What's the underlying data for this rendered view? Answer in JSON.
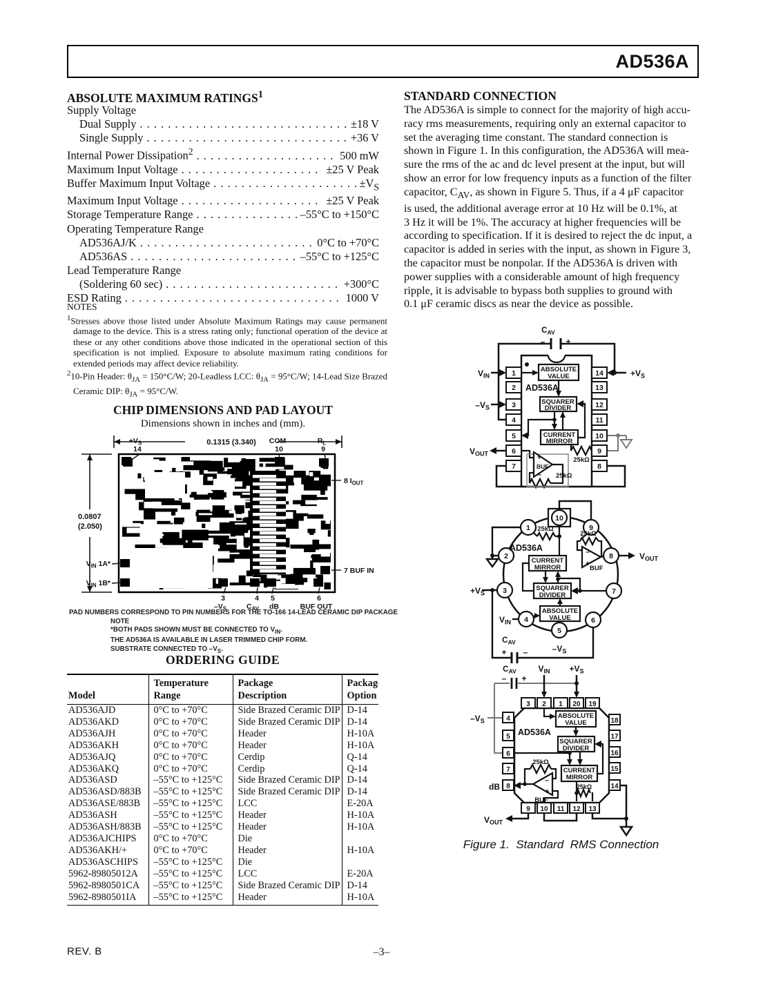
{
  "page": {
    "title": "AD536A",
    "footer_left": "REV. B",
    "footer_center": "–3–"
  },
  "amr": {
    "heading": "ABSOLUTE MAXIMUM RATINGS^{1}",
    "items": [
      {
        "label": "Supply Voltage",
        "value": ""
      },
      {
        "label": "Dual Supply",
        "value": "±18 V",
        "indent": true
      },
      {
        "label": "Single Supply",
        "value": "+36 V",
        "indent": true
      },
      {
        "label": "Internal Power Dissipation^{2}",
        "value": "500 mW"
      },
      {
        "label": "Maximum Input Voltage",
        "value": "±25 V Peak"
      },
      {
        "label": "Buffer Maximum Input Voltage",
        "value": "±V_{S}"
      },
      {
        "label": "Maximum Input Voltage",
        "value": "±25 V Peak"
      },
      {
        "label": "Storage Temperature Range",
        "value": "–55°C to +150°C"
      },
      {
        "label": "Operating Temperature Range",
        "value": ""
      },
      {
        "label": "AD536AJ/K",
        "value": "0°C to +70°C",
        "indent": true
      },
      {
        "label": "AD536AS",
        "value": "–55°C to +125°C",
        "indent": true
      },
      {
        "label": "Lead Temperature Range",
        "value": ""
      },
      {
        "label": "(Soldering 60 sec)",
        "value": "+300°C",
        "indent": true
      },
      {
        "label": "ESD Rating",
        "value": "1000 V"
      }
    ]
  },
  "notes": {
    "heading": "NOTES",
    "p1": "^{1}Stresses above those listed under Absolute Maximum Ratings may cause permanent damage to the device. This is a stress rating only; functional operation of the device at these or any other conditions above those indicated in the operational section of this specification is not implied. Exposure to absolute maximum rating conditions for extended periods may affect device reliability.",
    "p2": "^{2}10-Pin Header: θ_{JA} = 150°C/W; 20-Leadless LCC: θ_{JA} = 95°C/W; 14-Lead Size Brazed Ceramic DIP: θ_{JA} = 95°C/W."
  },
  "chip": {
    "heading": "CHIP DIMENSIONS AND PAD LAYOUT",
    "subheading": "Dimensions shown in inches and (mm).",
    "dim_width": "0.1315 (3.340)",
    "dim_h1": "0.0807",
    "dim_h2": "(2.050)",
    "vs_top": "+V_{S}",
    "vs_top_num": "14",
    "com": "COM",
    "com_num": "10",
    "rl": "R_{L}",
    "rl_num": "9",
    "iout": "8 I_{OUT}",
    "bufin": "7 BUF IN",
    "vin1a": "V_{IN} 1A*",
    "vin1b": "V_{IN} 1B*",
    "p3": "3",
    "p3l": "–V_{S}",
    "p4": "4",
    "p4l": "C_{AV}",
    "p5": "5",
    "p5l": "dB",
    "p6": "6",
    "p6l": "BUF OUT",
    "note_main": "PAD NUMBERS CORRESPOND TO PIN NUMBERS FOR THE TO-166 14-LEAD CERAMIC DIP PACKAGE",
    "note_sub": [
      "NOTE",
      "*BOTH PADS SHOWN MUST BE CONNECTED TO V_{IN}.",
      "THE AD536A IS AVAILABLE IN LASER TRIMMED CHIP FORM.",
      "SUBSTRATE CONNECTED TO –V_{S}."
    ]
  },
  "ordering": {
    "heading": "ORDERING GUIDE",
    "h_model": "Model",
    "h_temp1": "Temperature",
    "h_temp2": "Range",
    "h_pkg1": "Package",
    "h_pkg2": "Description",
    "h_opt1": "Package",
    "h_opt2": "Option",
    "rows": [
      [
        "AD536AJD",
        "0°C to +70°C",
        "Side Brazed Ceramic DIP",
        "D-14"
      ],
      [
        "AD536AKD",
        "0°C to +70°C",
        "Side Brazed Ceramic DIP",
        "D-14"
      ],
      [
        "AD536AJH",
        "0°C to +70°C",
        "Header",
        "H-10A"
      ],
      [
        "AD536AKH",
        "0°C to +70°C",
        "Header",
        "H-10A"
      ],
      [
        "AD536AJQ",
        "0°C to +70°C",
        "Cerdip",
        "Q-14"
      ],
      [
        "AD536AKQ",
        "0°C to +70°C",
        "Cerdip",
        "Q-14"
      ],
      [
        "AD536ASD",
        "–55°C to +125°C",
        "Side Brazed Ceramic DIP",
        "D-14"
      ],
      [
        "AD536ASD/883B",
        "–55°C to +125°C",
        "Side Brazed Ceramic DIP",
        "D-14"
      ],
      [
        "AD536ASE/883B",
        "–55°C to +125°C",
        "LCC",
        "E-20A"
      ],
      [
        "AD536ASH",
        "–55°C to +125°C",
        "Header",
        "H-10A"
      ],
      [
        "AD536ASH/883B",
        "–55°C to +125°C",
        "Header",
        "H-10A"
      ],
      [
        "AD536AJCHIPS",
        "0°C to +70°C",
        "Die",
        ""
      ],
      [
        "AD536AKH/+",
        "0°C to +70°C",
        "Header",
        "H-10A"
      ],
      [
        "AD536ASCHIPS",
        "–55°C to +125°C",
        "Die",
        ""
      ],
      [
        "5962-89805012A",
        "–55°C to +125°C",
        "LCC",
        "E-20A"
      ],
      [
        "5962-8980501CA",
        "–55°C to +125°C",
        "Side Brazed Ceramic DIP",
        "D-14"
      ],
      [
        "5962-8980501IA",
        "–55°C to +125°C",
        "Header",
        "H-10A"
      ]
    ]
  },
  "sc": {
    "heading": "STANDARD CONNECTION",
    "lines": [
      "The AD536A is simple to connect for the majority of high accu-",
      "racy rms measurements, requiring only an external capacitor to",
      "set the averaging time constant. The standard connection is",
      "shown in Figure 1. In this configuration, the AD536A will mea-",
      "sure the rms of the ac and dc level present at the input, but will",
      "show an error for low frequency inputs as a function of the filter",
      "capacitor, C_{AV}, as shown in Figure 5. Thus, if a 4 μF capacitor",
      "is used, the additional average error at 10 Hz will be 0.1%, at",
      "3 Hz it will be 1%. The accuracy at higher frequencies will be",
      "according to specification. If it is desired to reject the dc input, a",
      "capacitor is added in series with the input, as shown in Figure 3,",
      "the capacitor must be nonpolar. If the AD536A is driven with",
      "power supplies with a considerable amount of high frequency",
      "ripple, it is advisable to bypass both supplies to ground with",
      "0.1 μF ceramic discs as near the device as possible."
    ]
  },
  "f1": {
    "caption": "Figure 1.  Standard  RMS Connection",
    "d1": {
      "name": "AD536A",
      "cav": "C_{AV}",
      "minus": "–",
      "plus": "+",
      "vin": "V_{IN}",
      "nvs": "–V_{S}",
      "vout": "V_{OUT}",
      "pvs": "+V_{S}",
      "abs1": "ABSOLUTE",
      "abs2": "VALUE",
      "sq1": "SQUARER",
      "sq2": "DIVIDER",
      "cm1": "CURRENT",
      "cm2": "MIRROR",
      "buf": "BUF",
      "r1": "25kΩ",
      "r2": "25kΩ",
      "pl": [
        "1",
        "2",
        "3",
        "4",
        "5",
        "6",
        "7"
      ],
      "pr": [
        "14",
        "13",
        "12",
        "11",
        "10",
        "9",
        "8"
      ]
    },
    "d2": {
      "name": "AD536A",
      "cav": "C_{AV}",
      "minus": "–",
      "plus": "+",
      "vin": "V_{IN}",
      "nvs": "–V_{S}",
      "vout": "V_{OUT}",
      "pvs": "+V_{S}",
      "abs1": "ABSOLUTE",
      "abs2": "VALUE",
      "sq1": "SQUARER",
      "sq2": "DIVIDER",
      "cm1": "CURRENT",
      "cm2": "MIRROR",
      "buf": "BUF",
      "r1": "25kΩ",
      "r2": "25kΩ",
      "pins": [
        "1",
        "2",
        "3",
        "4",
        "5",
        "6",
        "7",
        "8",
        "9",
        "10"
      ]
    },
    "d3": {
      "name": "AD536A",
      "cav": "C_{AV}",
      "minus": "–",
      "plus": "+",
      "vin": "V_{IN}",
      "nvs": "–V_{S}",
      "vout": "V_{OUT}",
      "pvs": "+V_{S}",
      "db": "dB",
      "abs1": "ABSOLUTE",
      "abs2": "VALUE",
      "sq1": "SQUARER",
      "sq2": "DIVIDER",
      "cm1": "CURRENT",
      "cm2": "MIRROR",
      "buf": "BUF",
      "r1": "25kΩ",
      "r2": "25kΩ",
      "r3": "25kΩ",
      "pt": [
        "3",
        "2",
        "1",
        "20",
        "19"
      ],
      "plf": [
        "4",
        "5",
        "6",
        "7",
        "8"
      ],
      "prt": [
        "18",
        "17",
        "16",
        "15",
        "14"
      ],
      "pb": [
        "9",
        "10",
        "11",
        "12",
        "13"
      ]
    }
  }
}
